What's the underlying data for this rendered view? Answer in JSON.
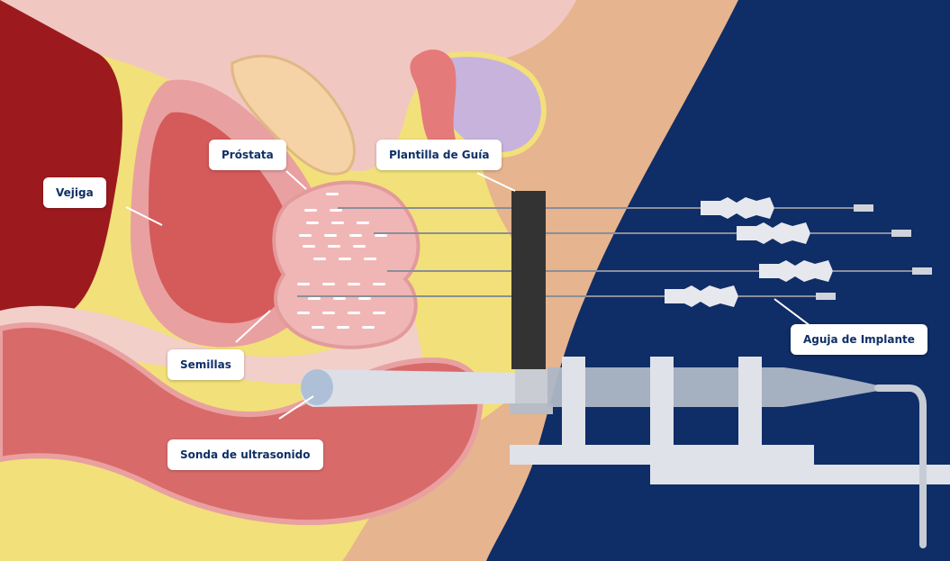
{
  "labels": {
    "vejiga": "Vejiga",
    "prostata": "Próstata",
    "plantilla": "Plantilla de Guía",
    "semillas": "Semillas",
    "sonda": "Sonda de ultrasonido",
    "aguja": "Aguja de Implante"
  },
  "colors": {
    "background_navy": "#0f2d66",
    "skin": "#e6b48e",
    "fat_yellow": "#f2e07a",
    "bladder_dark": "#9c1a1e",
    "bladder_wall": "#e9a0a0",
    "bladder_inner": "#d55a5a",
    "prostate": "#f0b6b6",
    "rectum": "#d96a6a",
    "template": "#333333",
    "probe": "#dcdfe6",
    "needle_hub": "#e6e8ee",
    "label_text": "#0f2f66"
  },
  "icons": {
    "needle": "implant-needle-icon",
    "probe": "ultrasound-probe-icon",
    "seed": "seed-icon"
  }
}
